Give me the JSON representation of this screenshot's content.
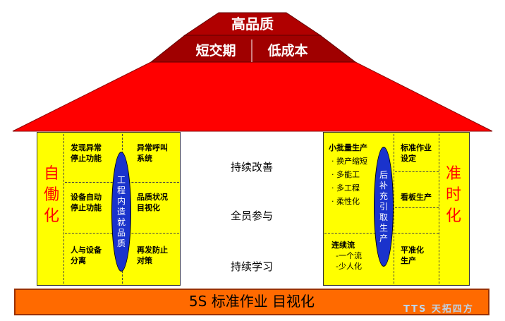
{
  "roof": {
    "top_label": "高品质",
    "second_left": "短交期",
    "second_right": "低成本"
  },
  "left_pillar": {
    "side_label": "自働化",
    "ellipse_label": "工程内造就品质",
    "items": [
      [
        "发现异常",
        "停止功能"
      ],
      [
        "异常呼叫",
        "系统"
      ],
      [
        "设备自动",
        "停止功能"
      ],
      [
        "品质状况",
        "目视化"
      ],
      [
        "人与设备",
        "分离"
      ],
      [
        "再发防止",
        "对策"
      ]
    ]
  },
  "center": {
    "items": [
      "持续改善",
      "全员参与",
      "持续学习"
    ]
  },
  "right_pillar": {
    "side_label": "准时化",
    "ellipse_label": "后补充引取生产",
    "left_items": {
      "title": "小批量生产",
      "bullets": [
        "· 换产缩短",
        "· 多能工",
        "· 多工程",
        "· 柔性化"
      ],
      "flow_title": "连续流",
      "flow_bullets": [
        "-一个流",
        "-少人化"
      ]
    },
    "right_items": [
      [
        "标准作业",
        "设定"
      ],
      [
        "看板生产"
      ],
      [
        "平准化",
        "生产"
      ]
    ]
  },
  "foundation": {
    "label": "5S  标准作业   目视化"
  },
  "watermark": {
    "label": "TTS 天拓四方"
  }
}
